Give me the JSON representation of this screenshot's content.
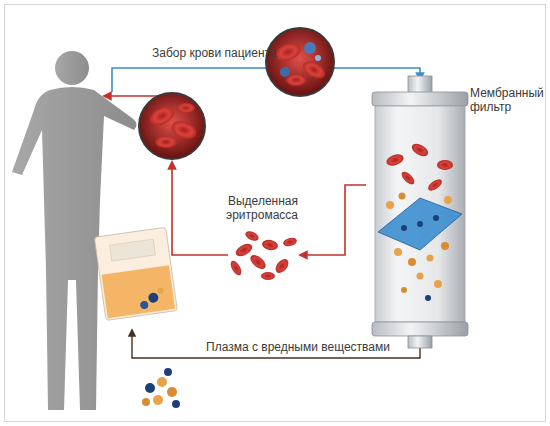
{
  "diagram": {
    "nodes": [
      {
        "text": [
          "Мембранный фильтр"
        ]
      }
    ],
    "labels": [
      "Забор крови пациента",
      "Выделенная эритромасса",
      "Плазма с вредными веществами"
    ]
  }
}
